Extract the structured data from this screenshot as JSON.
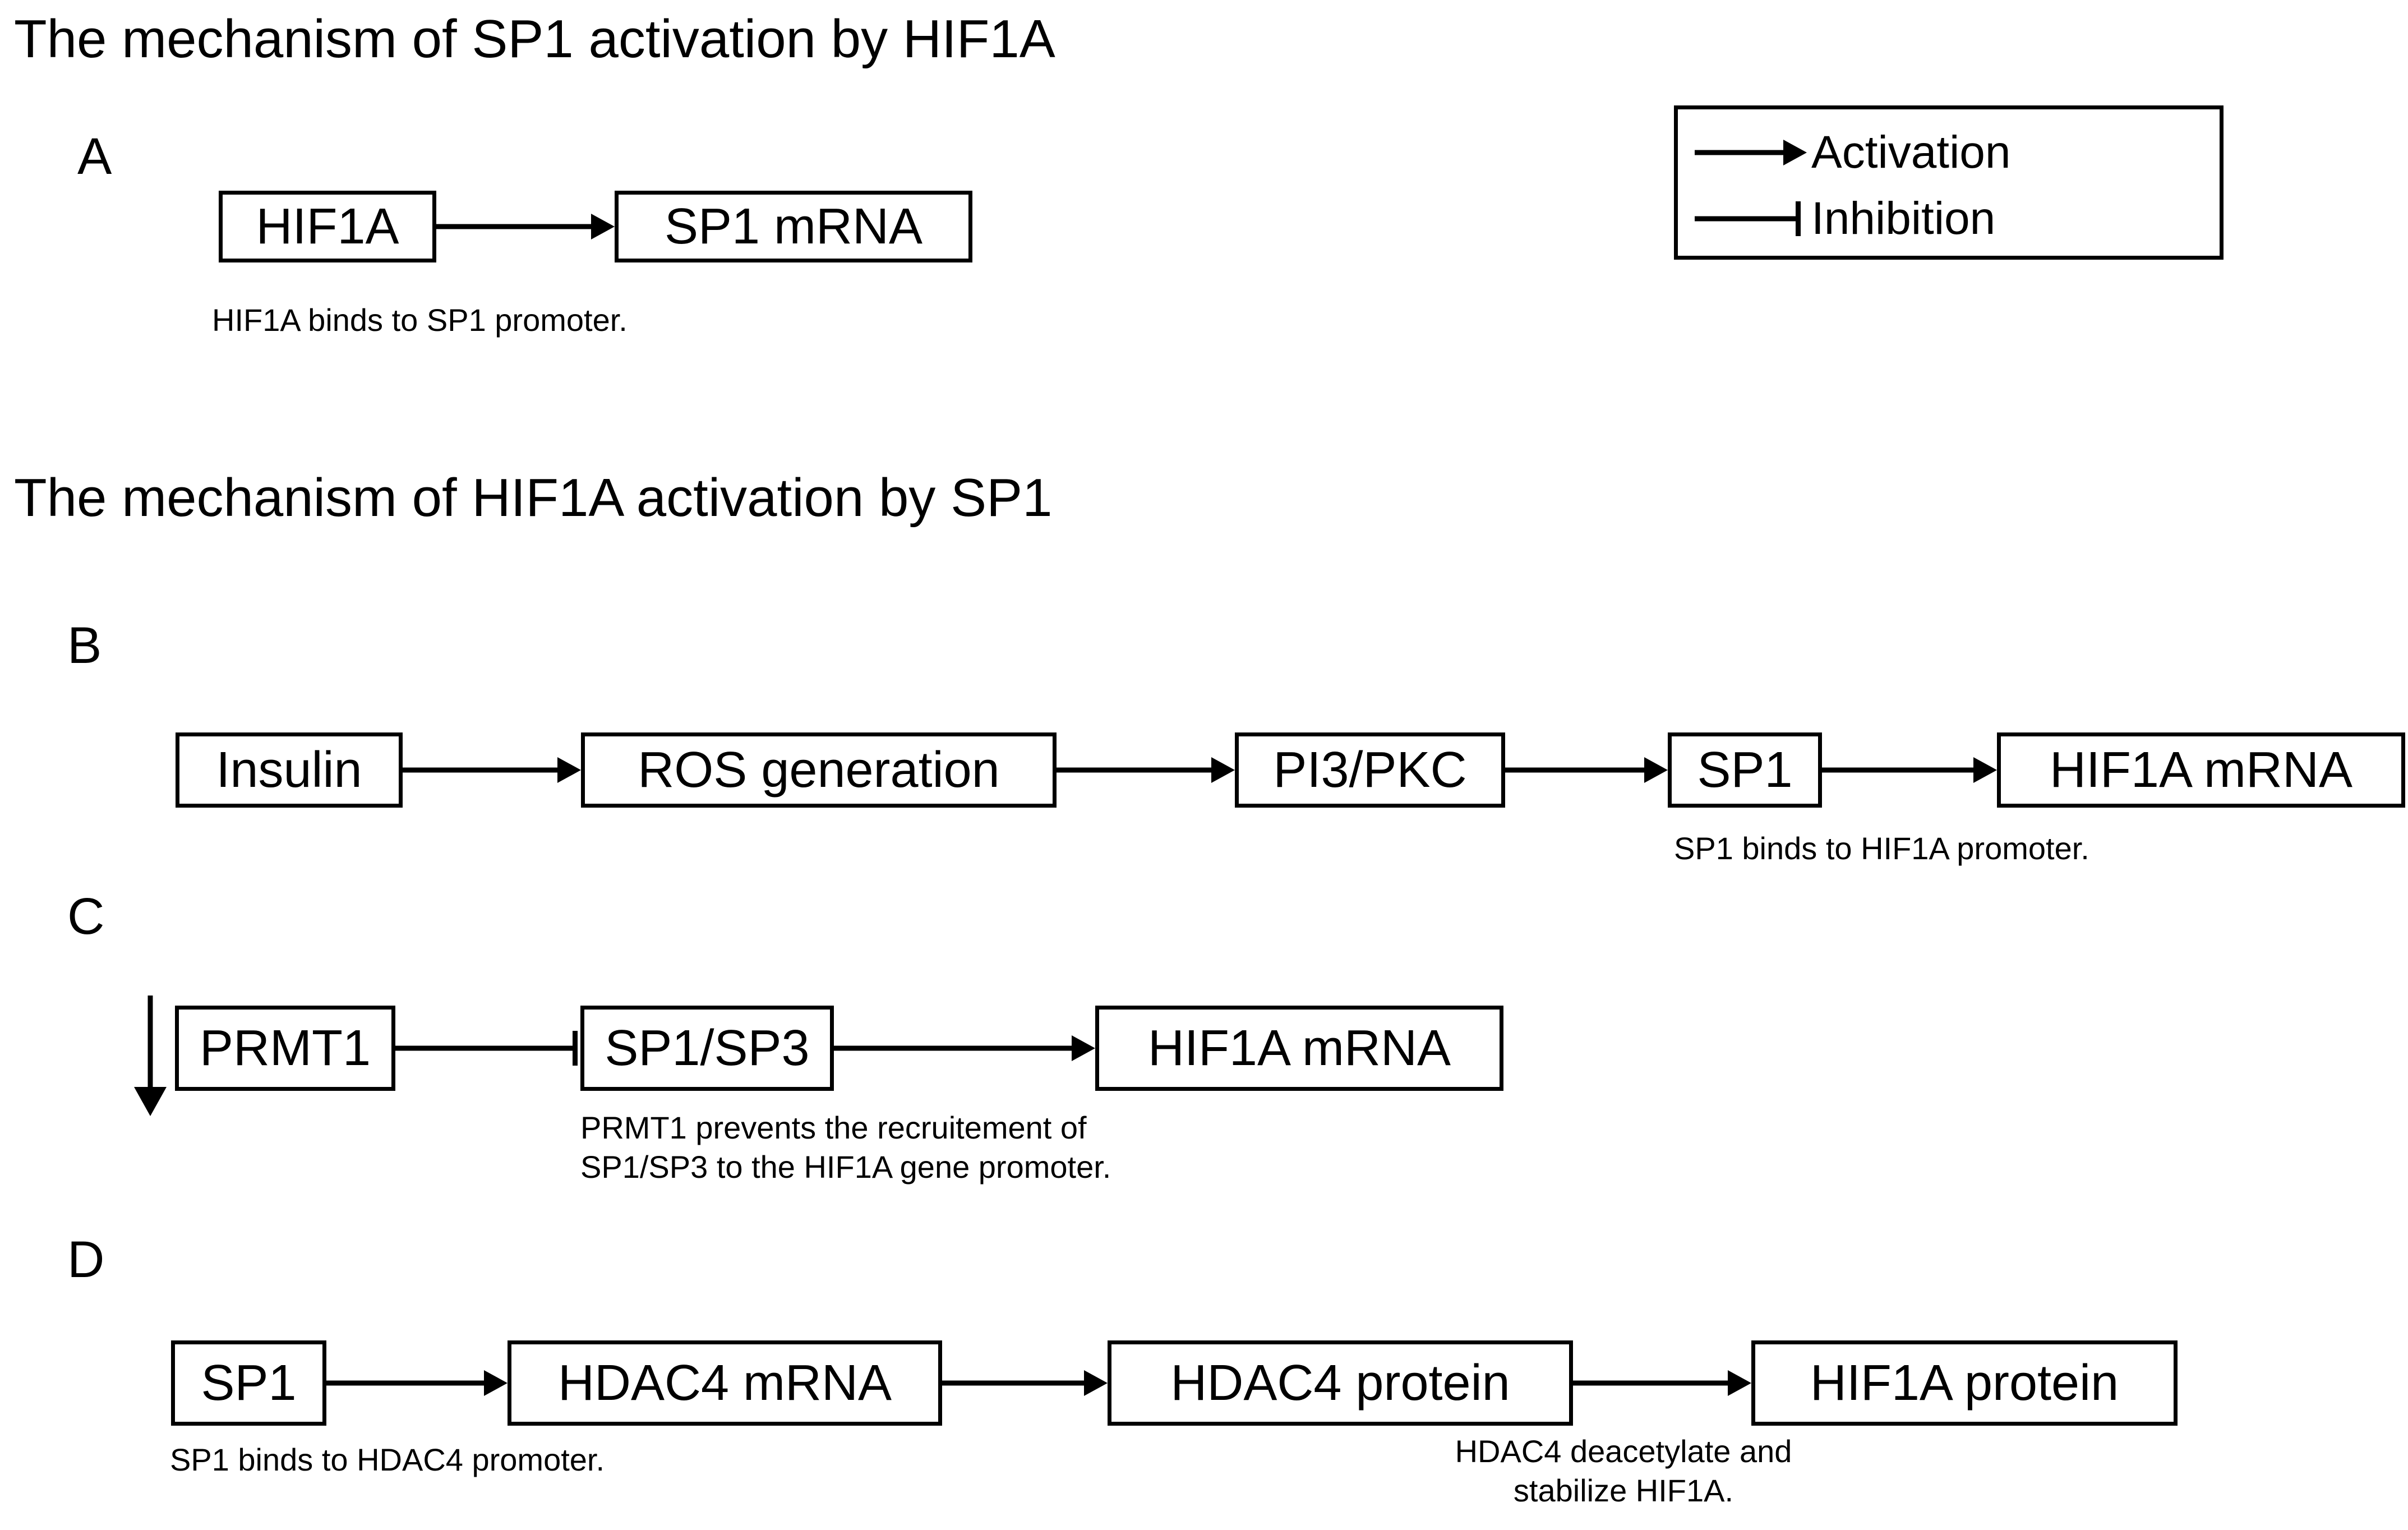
{
  "figure": {
    "background_color": "#ffffff",
    "stroke_color": "#000000"
  },
  "titles": {
    "section_a": "The mechanism of SP1 activation by HIF1A",
    "section_bcd": "The mechanism of HIF1A activation by SP1"
  },
  "legend": {
    "items": [
      {
        "glyph": "arrow-right",
        "label": "Activation"
      },
      {
        "glyph": "bar-end-line",
        "label": "Inhibition"
      }
    ]
  },
  "panels": [
    {
      "letter": "A",
      "nodes": [
        {
          "label": "HIF1A"
        },
        {
          "label": "SP1 mRNA"
        }
      ],
      "edges": [
        {
          "from": "HIF1A",
          "to": "SP1 mRNA",
          "type": "activation"
        }
      ],
      "captions": [
        {
          "lines": [
            "HIF1A binds to SP1 promoter."
          ]
        }
      ]
    },
    {
      "letter": "B",
      "nodes": [
        {
          "label": "Insulin"
        },
        {
          "label": "ROS generation"
        },
        {
          "label": "PI3/PKC"
        },
        {
          "label": "SP1"
        },
        {
          "label": "HIF1A mRNA"
        }
      ],
      "edges": [
        {
          "from": "Insulin",
          "to": "ROS generation",
          "type": "activation"
        },
        {
          "from": "ROS generation",
          "to": "PI3/PKC",
          "type": "activation"
        },
        {
          "from": "PI3/PKC",
          "to": "SP1",
          "type": "activation"
        },
        {
          "from": "SP1",
          "to": "HIF1A mRNA",
          "type": "activation"
        }
      ],
      "captions": [
        {
          "lines": [
            "SP1 binds to HIF1A promoter."
          ]
        }
      ]
    },
    {
      "letter": "C",
      "nodes": [
        {
          "label": "PRMT1"
        },
        {
          "label": "SP1/SP3"
        },
        {
          "label": "HIF1A mRNA"
        }
      ],
      "edges": [
        {
          "from": "PRMT1",
          "to": "SP1/SP3",
          "type": "inhibition"
        },
        {
          "from": "SP1/SP3",
          "to": "HIF1A mRNA",
          "type": "activation"
        }
      ],
      "markers": [
        {
          "type": "down-arrow",
          "target": "PRMT1"
        }
      ],
      "captions": [
        {
          "lines": [
            "PRMT1 prevents the recruitement of",
            "SP1/SP3 to the HIF1A gene promoter."
          ]
        }
      ]
    },
    {
      "letter": "D",
      "nodes": [
        {
          "label": "SP1"
        },
        {
          "label": "HDAC4 mRNA"
        },
        {
          "label": "HDAC4 protein"
        },
        {
          "label": "HIF1A protein"
        }
      ],
      "edges": [
        {
          "from": "SP1",
          "to": "HDAC4 mRNA",
          "type": "activation"
        },
        {
          "from": "HDAC4 mRNA",
          "to": "HDAC4 protein",
          "type": "activation"
        },
        {
          "from": "HDAC4 protein",
          "to": "HIF1A protein",
          "type": "activation"
        }
      ],
      "captions": [
        {
          "lines": [
            "SP1 binds to HDAC4 promoter."
          ]
        },
        {
          "lines": [
            "HDAC4 deacetylate and",
            "stabilize HIF1A."
          ]
        }
      ]
    }
  ]
}
